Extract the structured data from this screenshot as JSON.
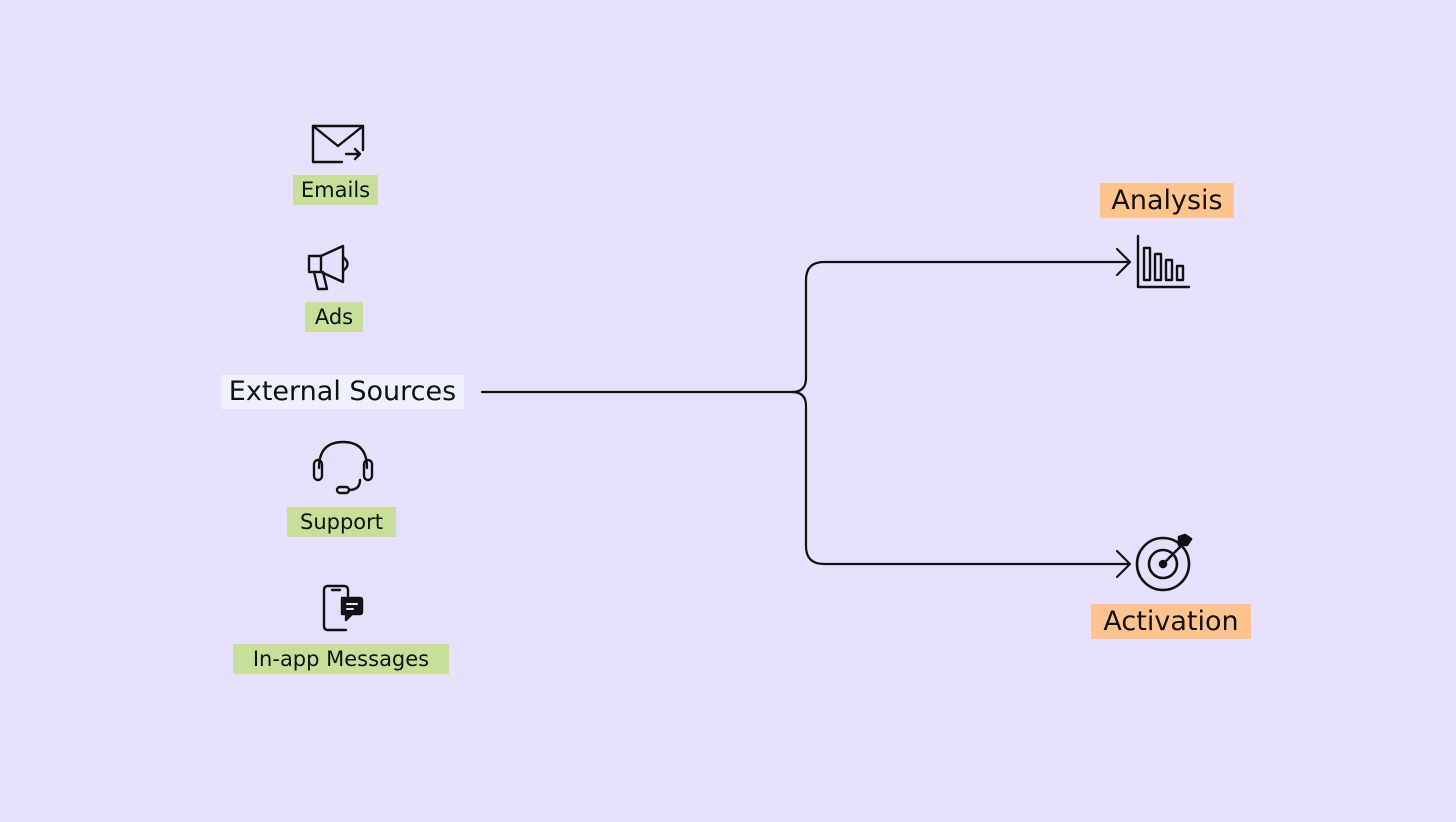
{
  "diagram": {
    "background_color": "#e6e0fd",
    "source_color": "#c8df9a",
    "target_color": "#ffc48d",
    "hub_color": "#ecf1fb",
    "sources": [
      {
        "label": "Emails",
        "icon": "email-forward-icon"
      },
      {
        "label": "Ads",
        "icon": "megaphone-icon"
      },
      {
        "label": "Support",
        "icon": "headset-icon"
      },
      {
        "label": "In-app Messages",
        "icon": "phone-chat-icon"
      }
    ],
    "hub": {
      "label": "External Sources"
    },
    "targets": [
      {
        "label": "Analysis",
        "icon": "bar-chart-icon"
      },
      {
        "label": "Activation",
        "icon": "target-arrow-icon"
      }
    ]
  }
}
